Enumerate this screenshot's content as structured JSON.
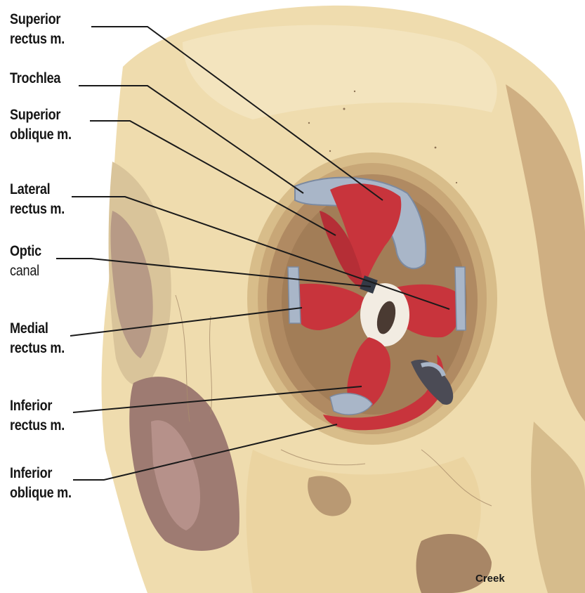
{
  "labels": {
    "superior_rectus": [
      "Superior",
      "rectus m."
    ],
    "trochlea": [
      "Trochlea"
    ],
    "superior_oblique": [
      "Superior",
      "oblique m."
    ],
    "lateral_rectus": [
      "Lateral",
      "rectus m."
    ],
    "optic_canal": [
      "Optic",
      "canal"
    ],
    "medial_rectus": [
      "Medial",
      "rectus m."
    ],
    "inferior_rectus": [
      "Inferior",
      "rectus m."
    ],
    "inferior_oblique": [
      "Inferior",
      "oblique m."
    ]
  },
  "signature": "Creek",
  "colors": {
    "bone": "#efdcae",
    "bone_shadow": "#cfb483",
    "muscle": "#c8343c",
    "tendon": "#a9b6c8",
    "leader_line": "#1a1a1a"
  }
}
